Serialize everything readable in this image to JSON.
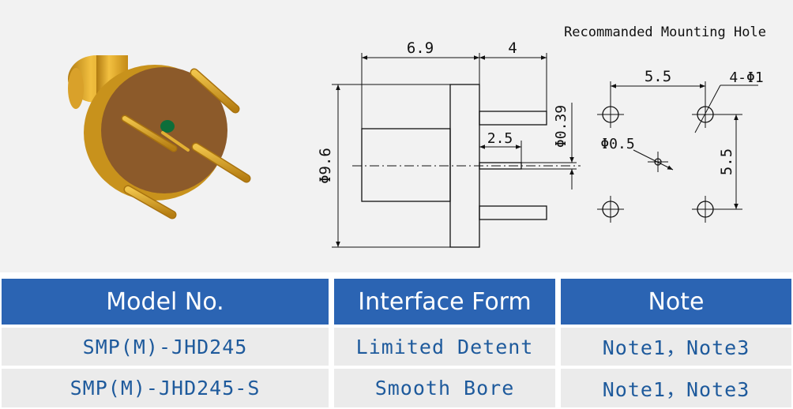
{
  "drawing": {
    "mounting_hole_title": "Recommanded Mounting Hole",
    "dimensions": {
      "length": "6.9",
      "pin_length": "4",
      "diameter": "Φ9.6",
      "pin_diameter": "Φ0.39",
      "center_pin_length": "2.5",
      "hole_pitch_x": "5.5",
      "hole_pitch_y": "5.5",
      "hole_diameter": "4-Φ1",
      "center_hole": "Φ0.5"
    },
    "colors": {
      "connector_gold": "#e0a520",
      "connector_brown": "#8c5a2a",
      "line": "#111111"
    }
  },
  "table": {
    "headers": [
      "Model No.",
      "Interface Form",
      "Note"
    ],
    "rows": [
      [
        "SMP(M)-JHD245",
        "Limited Detent",
        "Note1，Note3"
      ],
      [
        "SMP(M)-JHD245-S",
        "Smooth Bore",
        "Note1，Note3"
      ]
    ],
    "colors": {
      "header_bg": "#2b64b3",
      "header_text": "#ffffff",
      "row_bg": "#ebebeb",
      "row_text": "#1e5a9c"
    }
  }
}
